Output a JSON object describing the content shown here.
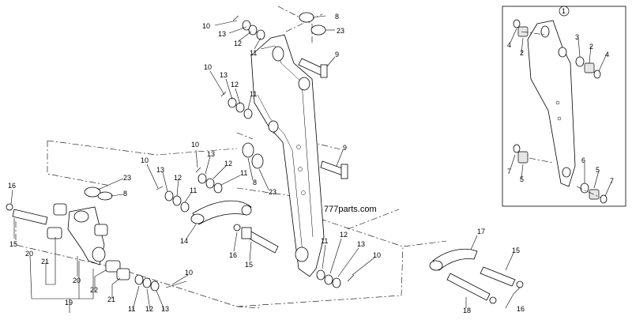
{
  "watermark": "777parts.com",
  "inset_badge": "1",
  "callouts": {
    "c1": "10",
    "c2": "13",
    "c3": "12",
    "c4": "11",
    "c5": "8",
    "c6": "23",
    "c7": "9",
    "c8": "10",
    "c9": "13",
    "c10": "12",
    "c11": "11",
    "c12": "9",
    "c13": "8",
    "c14": "23",
    "c15": "10",
    "c16": "13",
    "c17": "12",
    "c18": "11",
    "c19": "10",
    "c20": "13",
    "c21": "12",
    "c22": "11",
    "c23": "14",
    "c24": "23",
    "c25": "8",
    "c26": "16",
    "c27": "15",
    "c28": "20",
    "c29": "21",
    "c30": "20",
    "c31": "22",
    "c32": "21",
    "c33": "19",
    "c34": "11",
    "c35": "12",
    "c36": "13",
    "c37": "10",
    "c38": "16",
    "c39": "15",
    "c40": "11",
    "c41": "12",
    "c42": "13",
    "c43": "10",
    "c44": "17",
    "c45": "15",
    "c46": "18",
    "c47": "16",
    "c48": "4",
    "c49": "2",
    "c50": "3",
    "c51": "2",
    "c52": "4",
    "c53": "7",
    "c54": "5",
    "c55": "6",
    "c56": "5",
    "c57": "7"
  },
  "colors": {
    "line": "#000000",
    "background": "#ffffff",
    "shade": "#e6e6e6"
  }
}
